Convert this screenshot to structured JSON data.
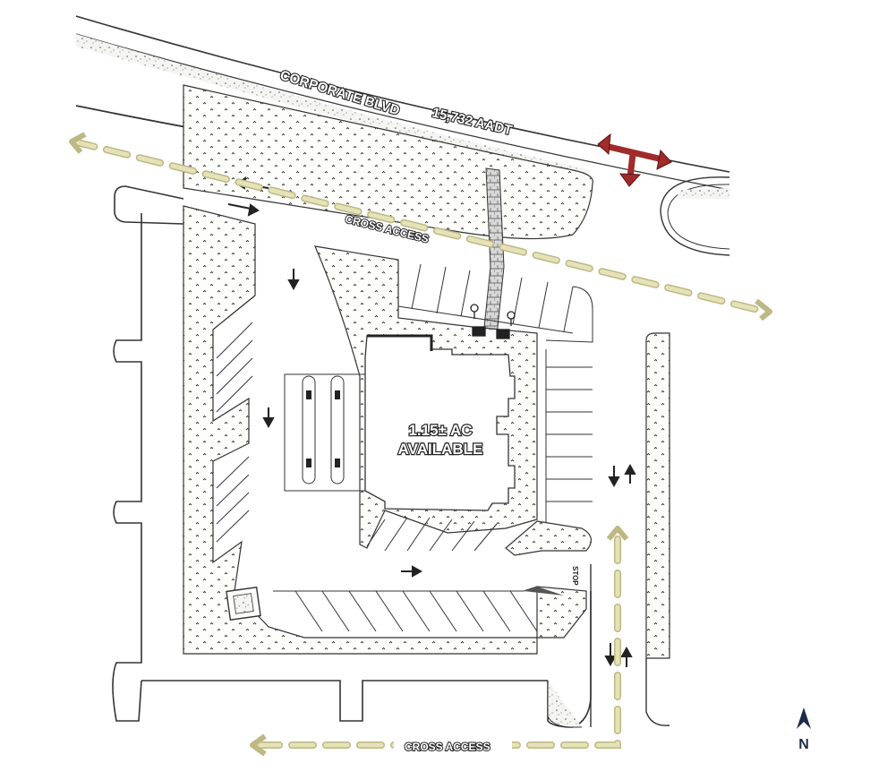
{
  "road": {
    "name": "CORPORATE BLVD",
    "traffic": "15,732  AADT"
  },
  "site": {
    "acreage": "1.15± AC",
    "status": "AVAILABLE"
  },
  "cross_access": {
    "north_label": "CROSS ACCESS",
    "south_label": "CROSS ACCESS"
  },
  "signage": {
    "stop": "STOP"
  },
  "north_arrow": {
    "label": "N"
  },
  "colors": {
    "landscape_fill": "#ffffff",
    "cross_access_dash": "#d6d3a3",
    "full_access_arrow": "#a12a2a",
    "line": "#222222",
    "north_arrow": "#1d2b4a"
  }
}
